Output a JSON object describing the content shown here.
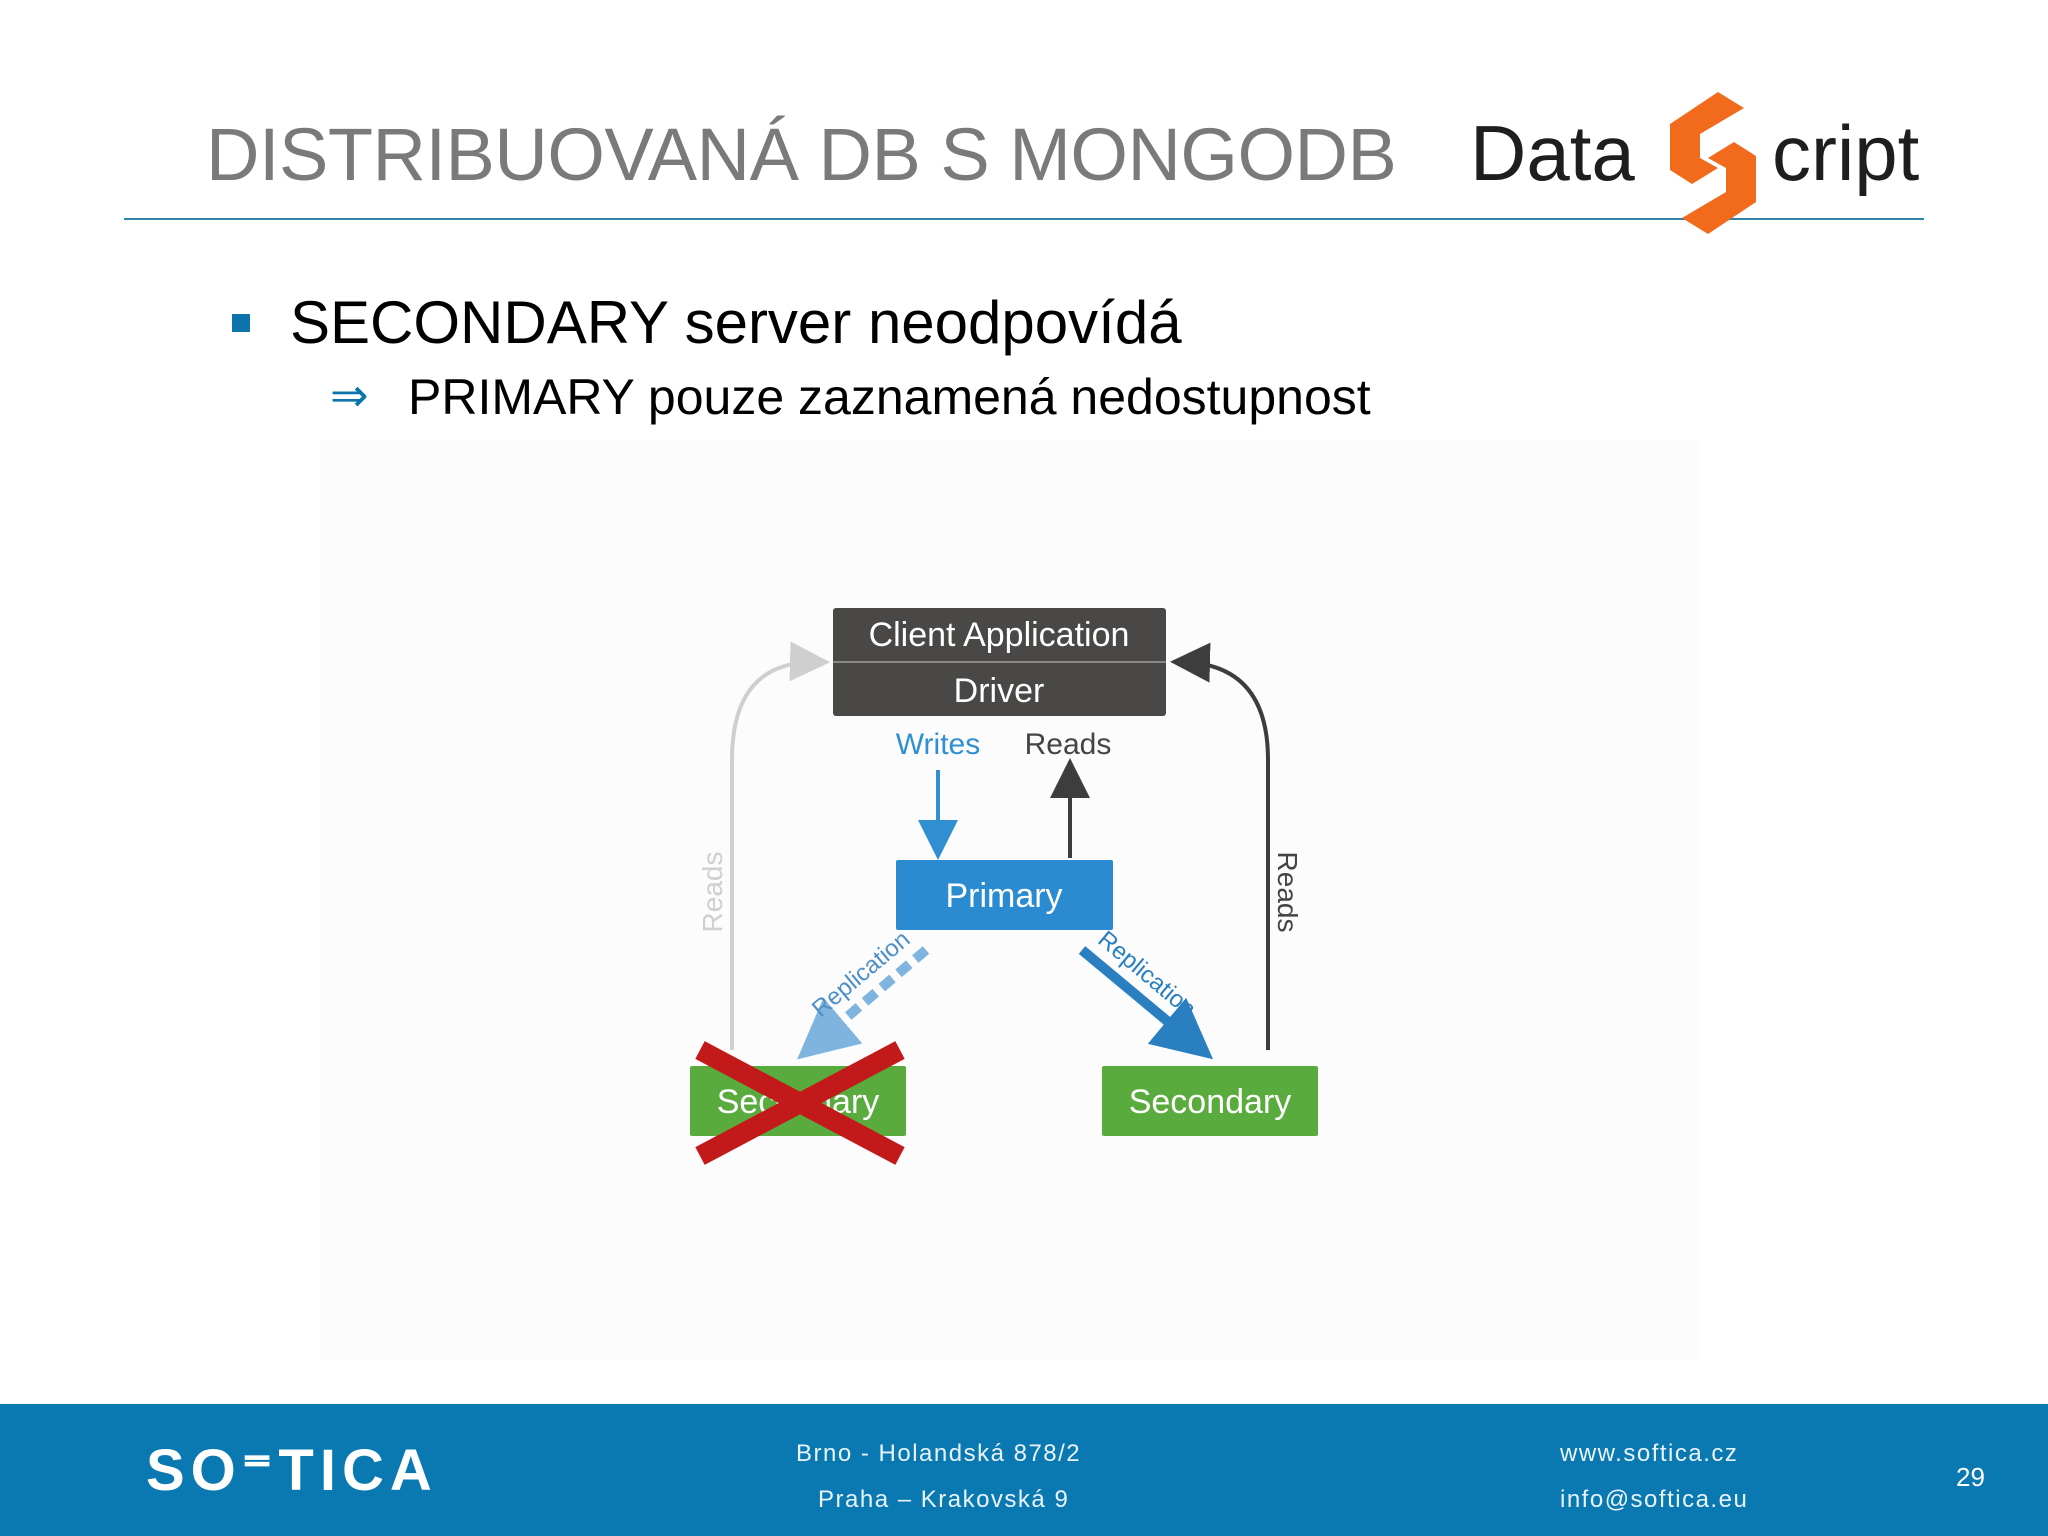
{
  "slide": {
    "title": "DISTRIBUOVANÁ DB S MONGODB",
    "bullet": "SECONDARY server neodpovídá",
    "sub_bullet_arrow": "⇒",
    "sub_bullet": "PRIMARY pouze zaznamená nedostupnost"
  },
  "logo": {
    "part1": "Data",
    "part2": "cript",
    "mark_color": "#f26a1b"
  },
  "diagram": {
    "client_label": "Client Application",
    "driver_label": "Driver",
    "writes_label": "Writes",
    "reads_center_label": "Reads",
    "reads_left_label": "Reads",
    "reads_right_label": "Reads",
    "primary_label": "Primary",
    "replication_left_label": "Replication",
    "replication_right_label": "Replication",
    "secondary_left_label": "Secondary",
    "secondary_right_label": "Secondary",
    "left_secondary_status": "unavailable (crossed out)",
    "colors": {
      "client_box": "#4a4846",
      "primary_box": "#2a8bd0",
      "secondary_box": "#5aab3e",
      "writes": "#2f8fd1",
      "cross": "#c21a1a"
    }
  },
  "footer": {
    "brand": "SO⁼TICA",
    "address_1": "Brno - Holandská 878/2",
    "address_2": "Praha – Krakovská 9",
    "web": "www.softica.cz",
    "email": "info@softica.eu",
    "page_number": "29"
  }
}
